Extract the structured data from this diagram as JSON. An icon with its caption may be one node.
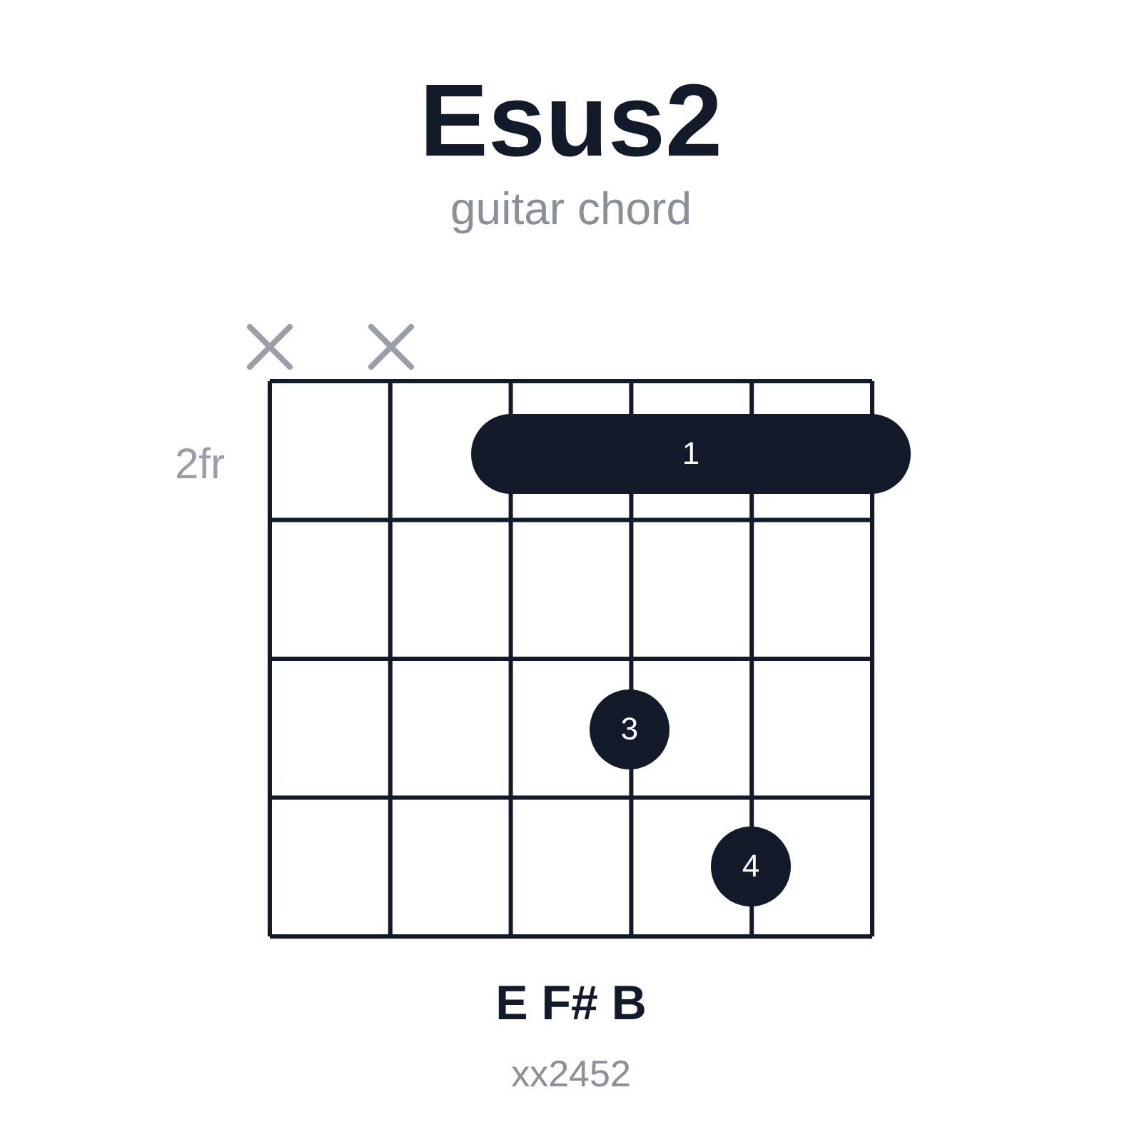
{
  "diagram": {
    "title": "Esus2",
    "nodes": [
      {
        "text": [
          "1"
        ]
      },
      {
        "text": [
          "3"
        ]
      },
      {
        "text": [
          "4"
        ]
      }
    ],
    "labels": [
      "guitar chord",
      "2fr",
      "E F# B",
      "xx2452"
    ]
  }
}
